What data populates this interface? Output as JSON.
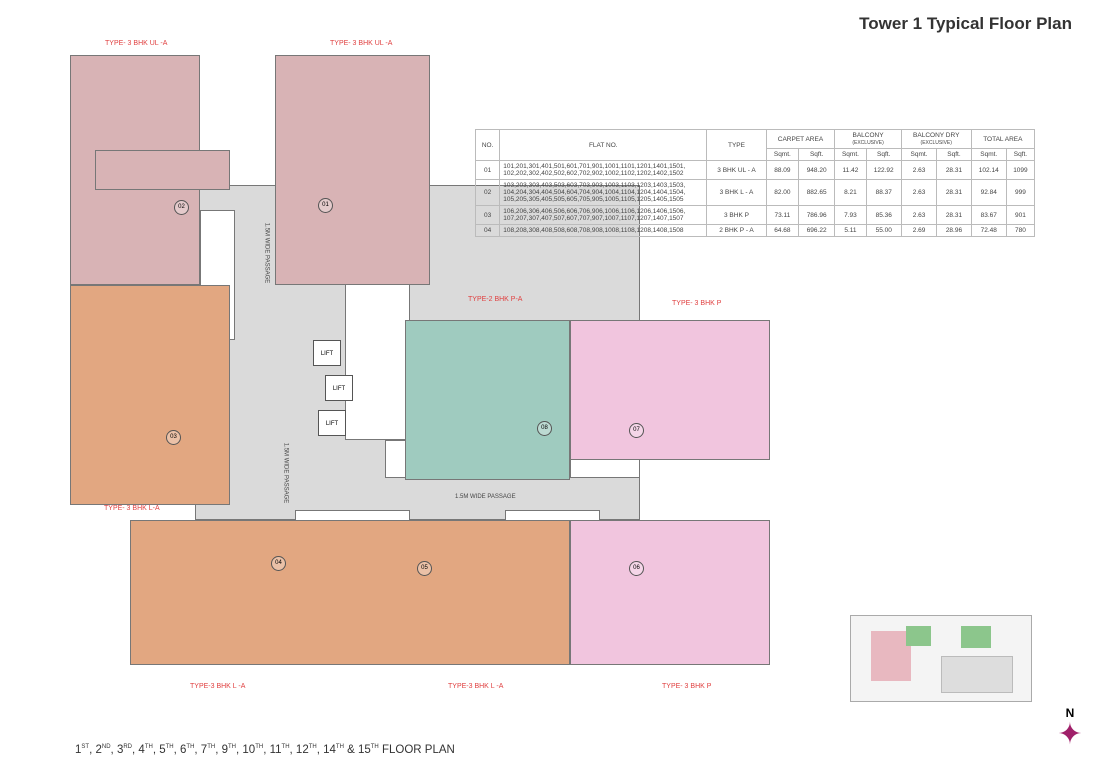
{
  "title": "Tower 1 Typical Floor Plan",
  "footer": {
    "floors": [
      [
        "1",
        "ST"
      ],
      [
        "2",
        "ND"
      ],
      [
        "3",
        "RD"
      ],
      [
        "4",
        "TH"
      ],
      [
        "5",
        "TH"
      ],
      [
        "6",
        "TH"
      ],
      [
        "7",
        "TH"
      ],
      [
        "9",
        "TH"
      ],
      [
        "10",
        "TH"
      ],
      [
        "11",
        "TH"
      ],
      [
        "12",
        "TH"
      ],
      [
        "14",
        "TH"
      ],
      [
        "15",
        "TH"
      ]
    ],
    "suffix": "FLOOR PLAN"
  },
  "type_labels": [
    "TYPE- 3 BHK UL -A",
    "TYPE- 3 BHK UL -A",
    "TYPE-2 BHK P-A",
    "TYPE- 3 BHK P",
    "TYPE- 3 BHK L-A",
    "TYPE-3 BHK L -A",
    "TYPE-3 BHK L -A",
    "TYPE- 3 BHK P"
  ],
  "units": [
    "01",
    "02",
    "03",
    "04",
    "05",
    "06",
    "07",
    "08"
  ],
  "passage": "1.5M WIDE PASSAGE",
  "lift": "LIFT",
  "compass": "N",
  "colors": {
    "ul_a": "#d8b3b5",
    "l_a": "#e2a781",
    "p_a": "#9fcbbf",
    "p": "#f1c5de",
    "common": "#dadada",
    "label": "#e04040"
  },
  "table": {
    "headers": {
      "no": "NO.",
      "flat": "FLAT NO.",
      "type": "TYPE",
      "carpet": "CARPET AREA",
      "balcony": "BALCONY",
      "balcony_sub": "(EXCLUSIVE)",
      "dry": "BALCONY DRY",
      "dry_sub": "(EXCLUSIVE)",
      "total": "TOTAL AREA",
      "sqmt": "Sqmt.",
      "sqft": "Sqft."
    },
    "rows": [
      {
        "no": "01",
        "flats": "101,201,301,401,501,601,701,901,1001,1101,1201,1401,1501, 102,202,302,402,502,602,702,902,1002,1102,1202,1402,1502",
        "type": "3 BHK UL - A",
        "c_sqm": "88.09",
        "c_sqft": "948.20",
        "b_sqm": "11.42",
        "b_sqft": "122.92",
        "d_sqm": "2.63",
        "d_sqft": "28.31",
        "t_sqm": "102.14",
        "t_sqft": "1099"
      },
      {
        "no": "02",
        "flats": "103,203,303,403,503,603,703,903,1003,1103,1203,1403,1503, 104,204,304,404,504,604,704,904,1004,1104,1204,1404,1504, 105,205,305,405,505,605,705,905,1005,1105,1205,1405,1505",
        "type": "3 BHK L - A",
        "c_sqm": "82.00",
        "c_sqft": "882.65",
        "b_sqm": "8.21",
        "b_sqft": "88.37",
        "d_sqm": "2.63",
        "d_sqft": "28.31",
        "t_sqm": "92.84",
        "t_sqft": "999"
      },
      {
        "no": "03",
        "flats": "106,206,306,406,506,606,706,906,1006,1106,1206,1406,1506, 107,207,307,407,507,607,707,907,1007,1107,1207,1407,1507",
        "type": "3 BHK P",
        "c_sqm": "73.11",
        "c_sqft": "786.96",
        "b_sqm": "7.93",
        "b_sqft": "85.36",
        "d_sqm": "2.63",
        "d_sqft": "28.31",
        "t_sqm": "83.67",
        "t_sqft": "901"
      },
      {
        "no": "04",
        "flats": "108,208,308,408,508,608,708,908,1008,1108,1208,1408,1508",
        "type": "2 BHK P - A",
        "c_sqm": "64.68",
        "c_sqft": "696.22",
        "b_sqm": "5.11",
        "b_sqft": "55.00",
        "d_sqm": "2.69",
        "d_sqft": "28.96",
        "t_sqm": "72.48",
        "t_sqft": "780"
      }
    ]
  }
}
